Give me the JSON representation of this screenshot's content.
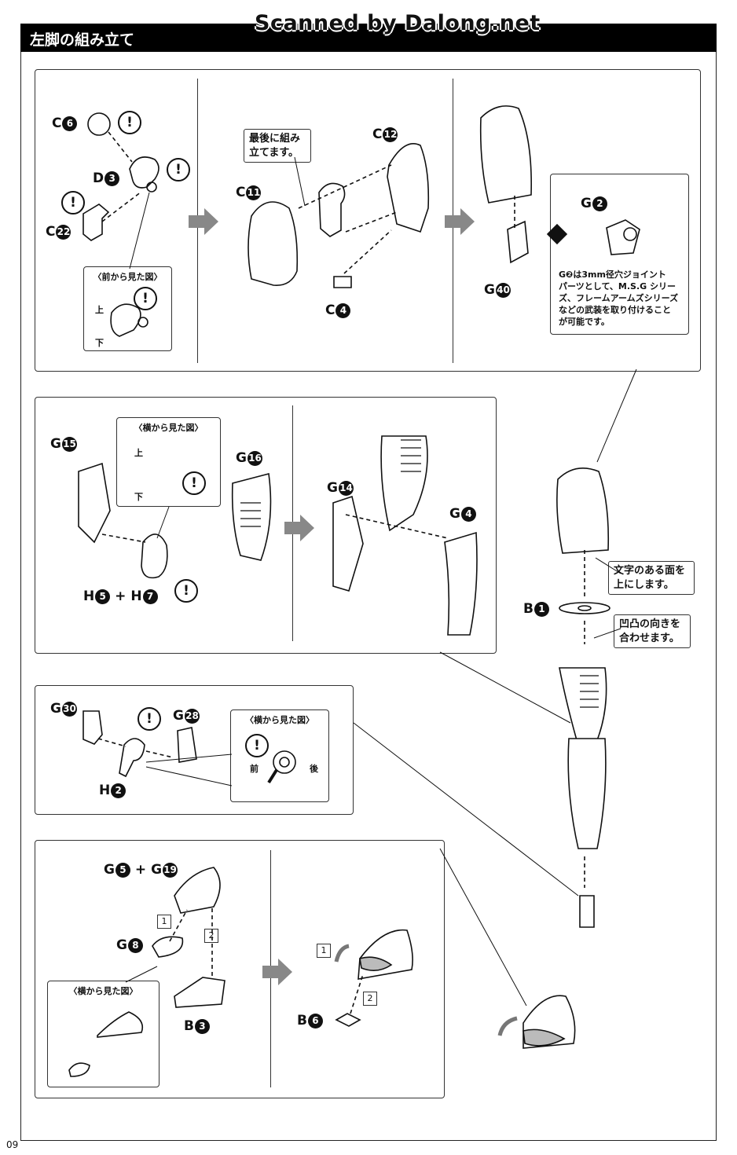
{
  "watermark": "Scanned by Dalong.net",
  "section_title": "左脚の組み立て",
  "page_number": "09",
  "panel1": {
    "step1": {
      "labels": [
        "C",
        "D",
        "C"
      ],
      "nums": [
        "6",
        "3",
        "22"
      ],
      "note_title": "〈前から見た図〉",
      "up": "上",
      "down": "下"
    },
    "step2": {
      "callout": "最後に組み\n立てます。",
      "labels": [
        "C",
        "C",
        "C"
      ],
      "nums": [
        "11",
        "12",
        "4"
      ]
    },
    "step3": {
      "labels": [
        "G",
        "G"
      ],
      "nums": [
        "40",
        "2"
      ],
      "info": "G❷は3mm径穴ジョイント\nパーツとして、M.S.G シリー\nズ、フレームアームズシリーズ\nなどの武装を取り付けること\nが可能です。"
    }
  },
  "panel2": {
    "note_title": "〈横から見た図〉",
    "up": "上",
    "down": "下",
    "labels": [
      "G",
      "G",
      "H",
      "H",
      "G",
      "G"
    ],
    "nums": [
      "15",
      "16",
      "5",
      "7",
      "14",
      "4"
    ],
    "plus": "+"
  },
  "panel3": {
    "note_title": "〈横から見た図〉",
    "front": "前",
    "back": "後",
    "labels": [
      "G",
      "G",
      "H"
    ],
    "nums": [
      "30",
      "28",
      "2"
    ]
  },
  "panel4": {
    "note_title": "〈横から見た図〉",
    "plus": "+",
    "labels": [
      "G",
      "G",
      "G",
      "B",
      "B"
    ],
    "nums": [
      "5",
      "19",
      "8",
      "3",
      "6"
    ],
    "steps": [
      "1",
      "2"
    ]
  },
  "assembly": {
    "callout_top": "文字のある面を\n上にします。",
    "callout_mid": "凹凸の向きを\n合わせます。",
    "label": "B",
    "num": "1"
  }
}
